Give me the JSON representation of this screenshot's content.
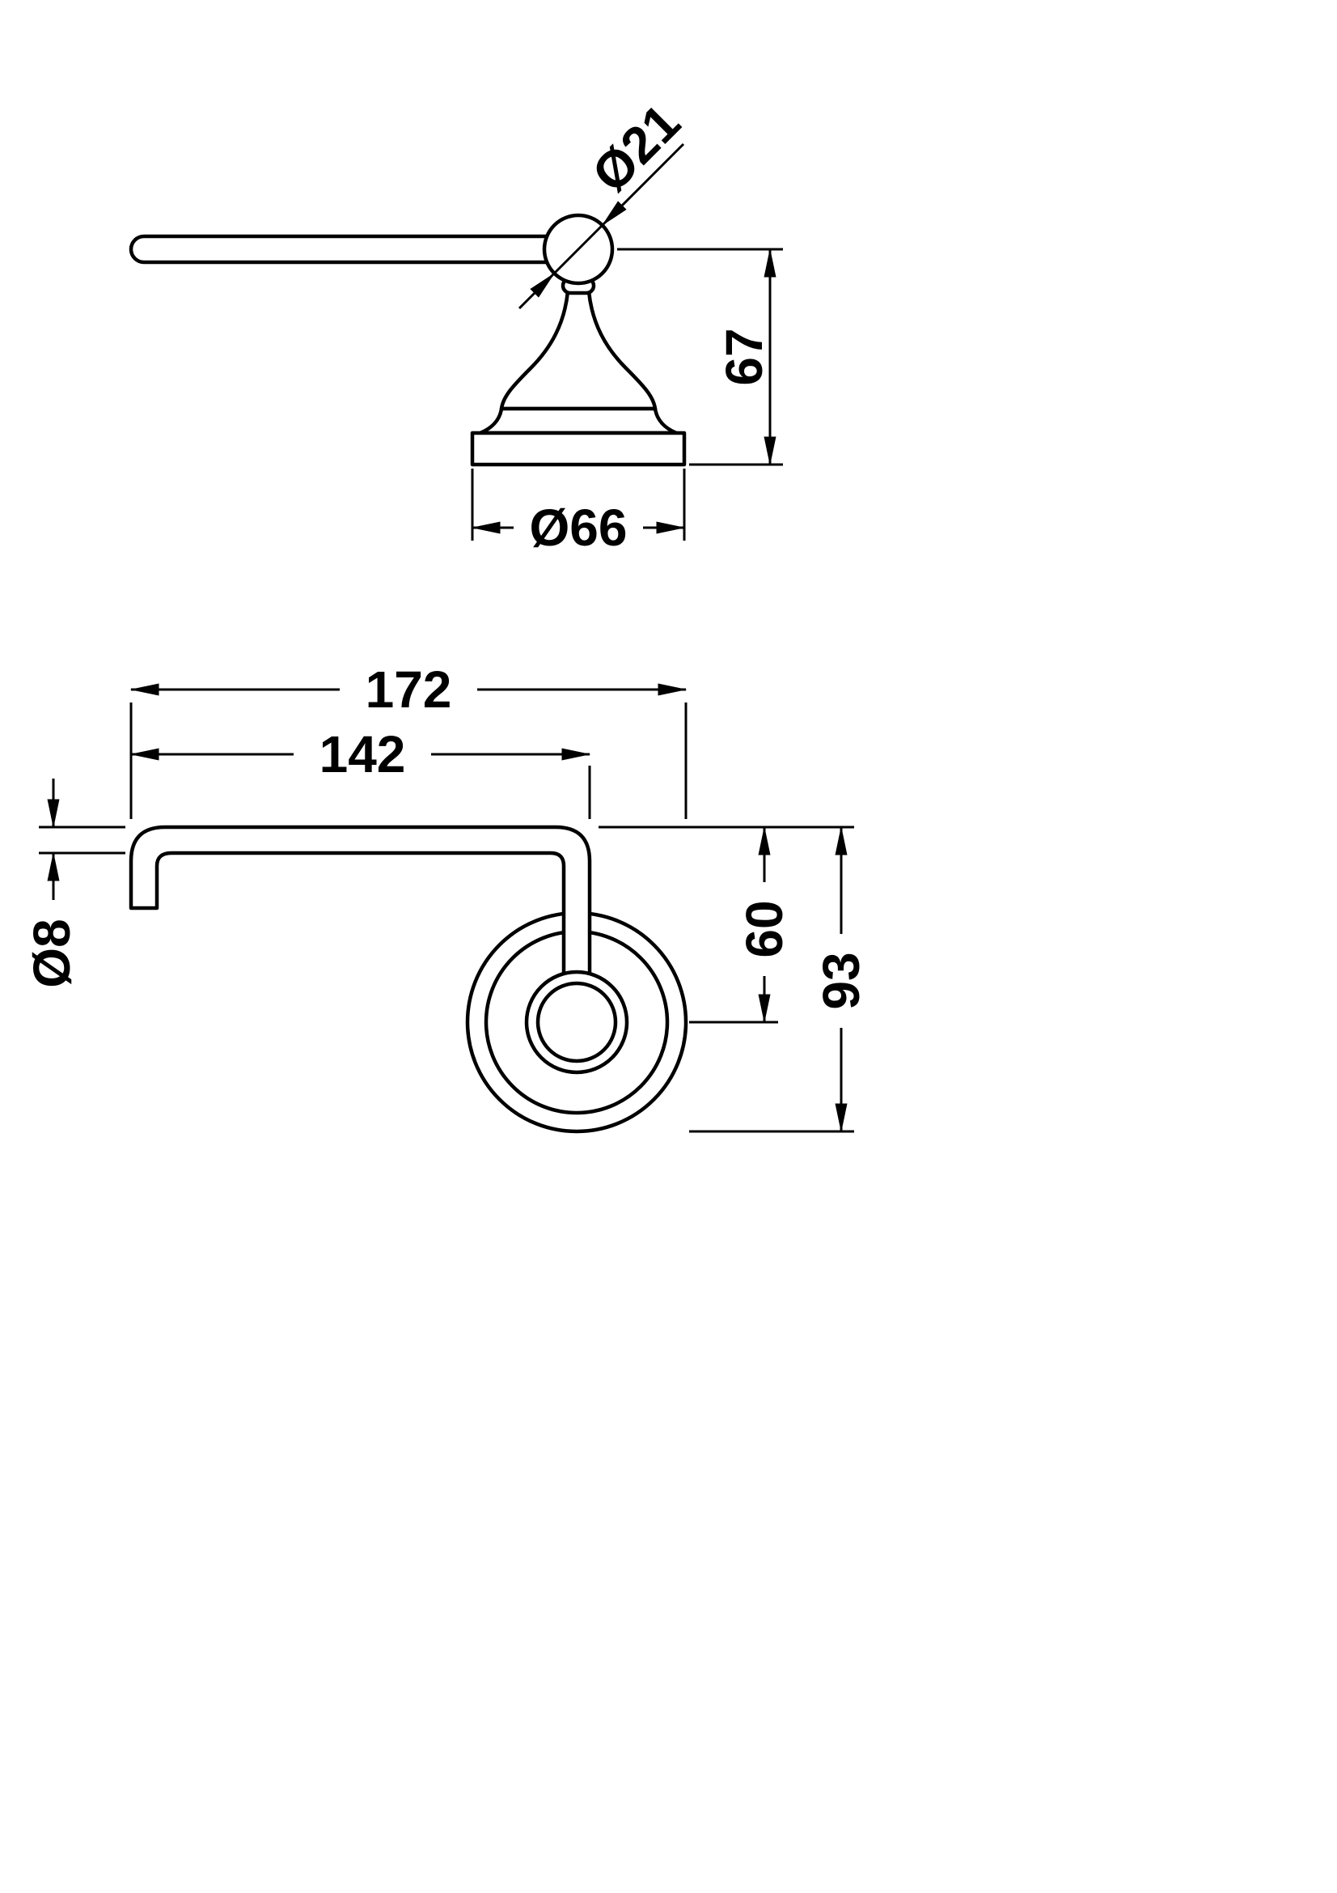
{
  "drawing": {
    "background_color": "#ffffff",
    "line_color": "#000000",
    "side_view": {
      "dims": {
        "ball_diameter": "Ø21",
        "height": "67",
        "base_diameter": "Ø66"
      }
    },
    "plan_view": {
      "dims": {
        "overall_length": "172",
        "arm_length": "142",
        "tube_diameter": "Ø8",
        "axis_to_flange_center": "60",
        "overall_projection": "93"
      }
    }
  }
}
